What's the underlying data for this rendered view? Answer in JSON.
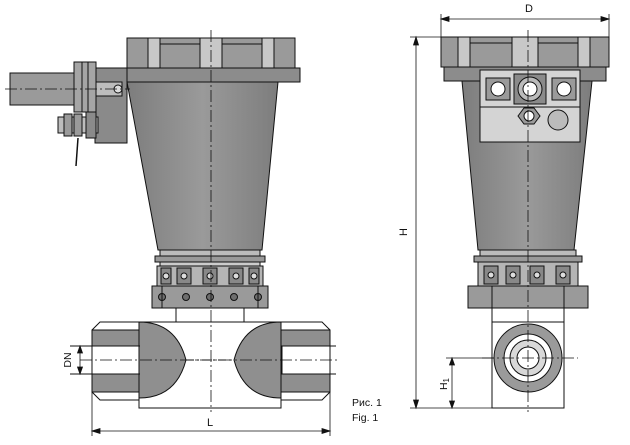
{
  "dimension_labels": {
    "width": "D",
    "height": "H",
    "length": "L",
    "nominal_diameter": "DN",
    "axis_height": "H",
    "axis_height_subscript": "1"
  },
  "caption": {
    "ru": "Рис. 1",
    "en": "Fig. 1"
  },
  "colors": {
    "line": "#111111",
    "body_fill": "#8f8f8f",
    "light_fill": "#cfcfcf",
    "white": "#ffffff"
  }
}
